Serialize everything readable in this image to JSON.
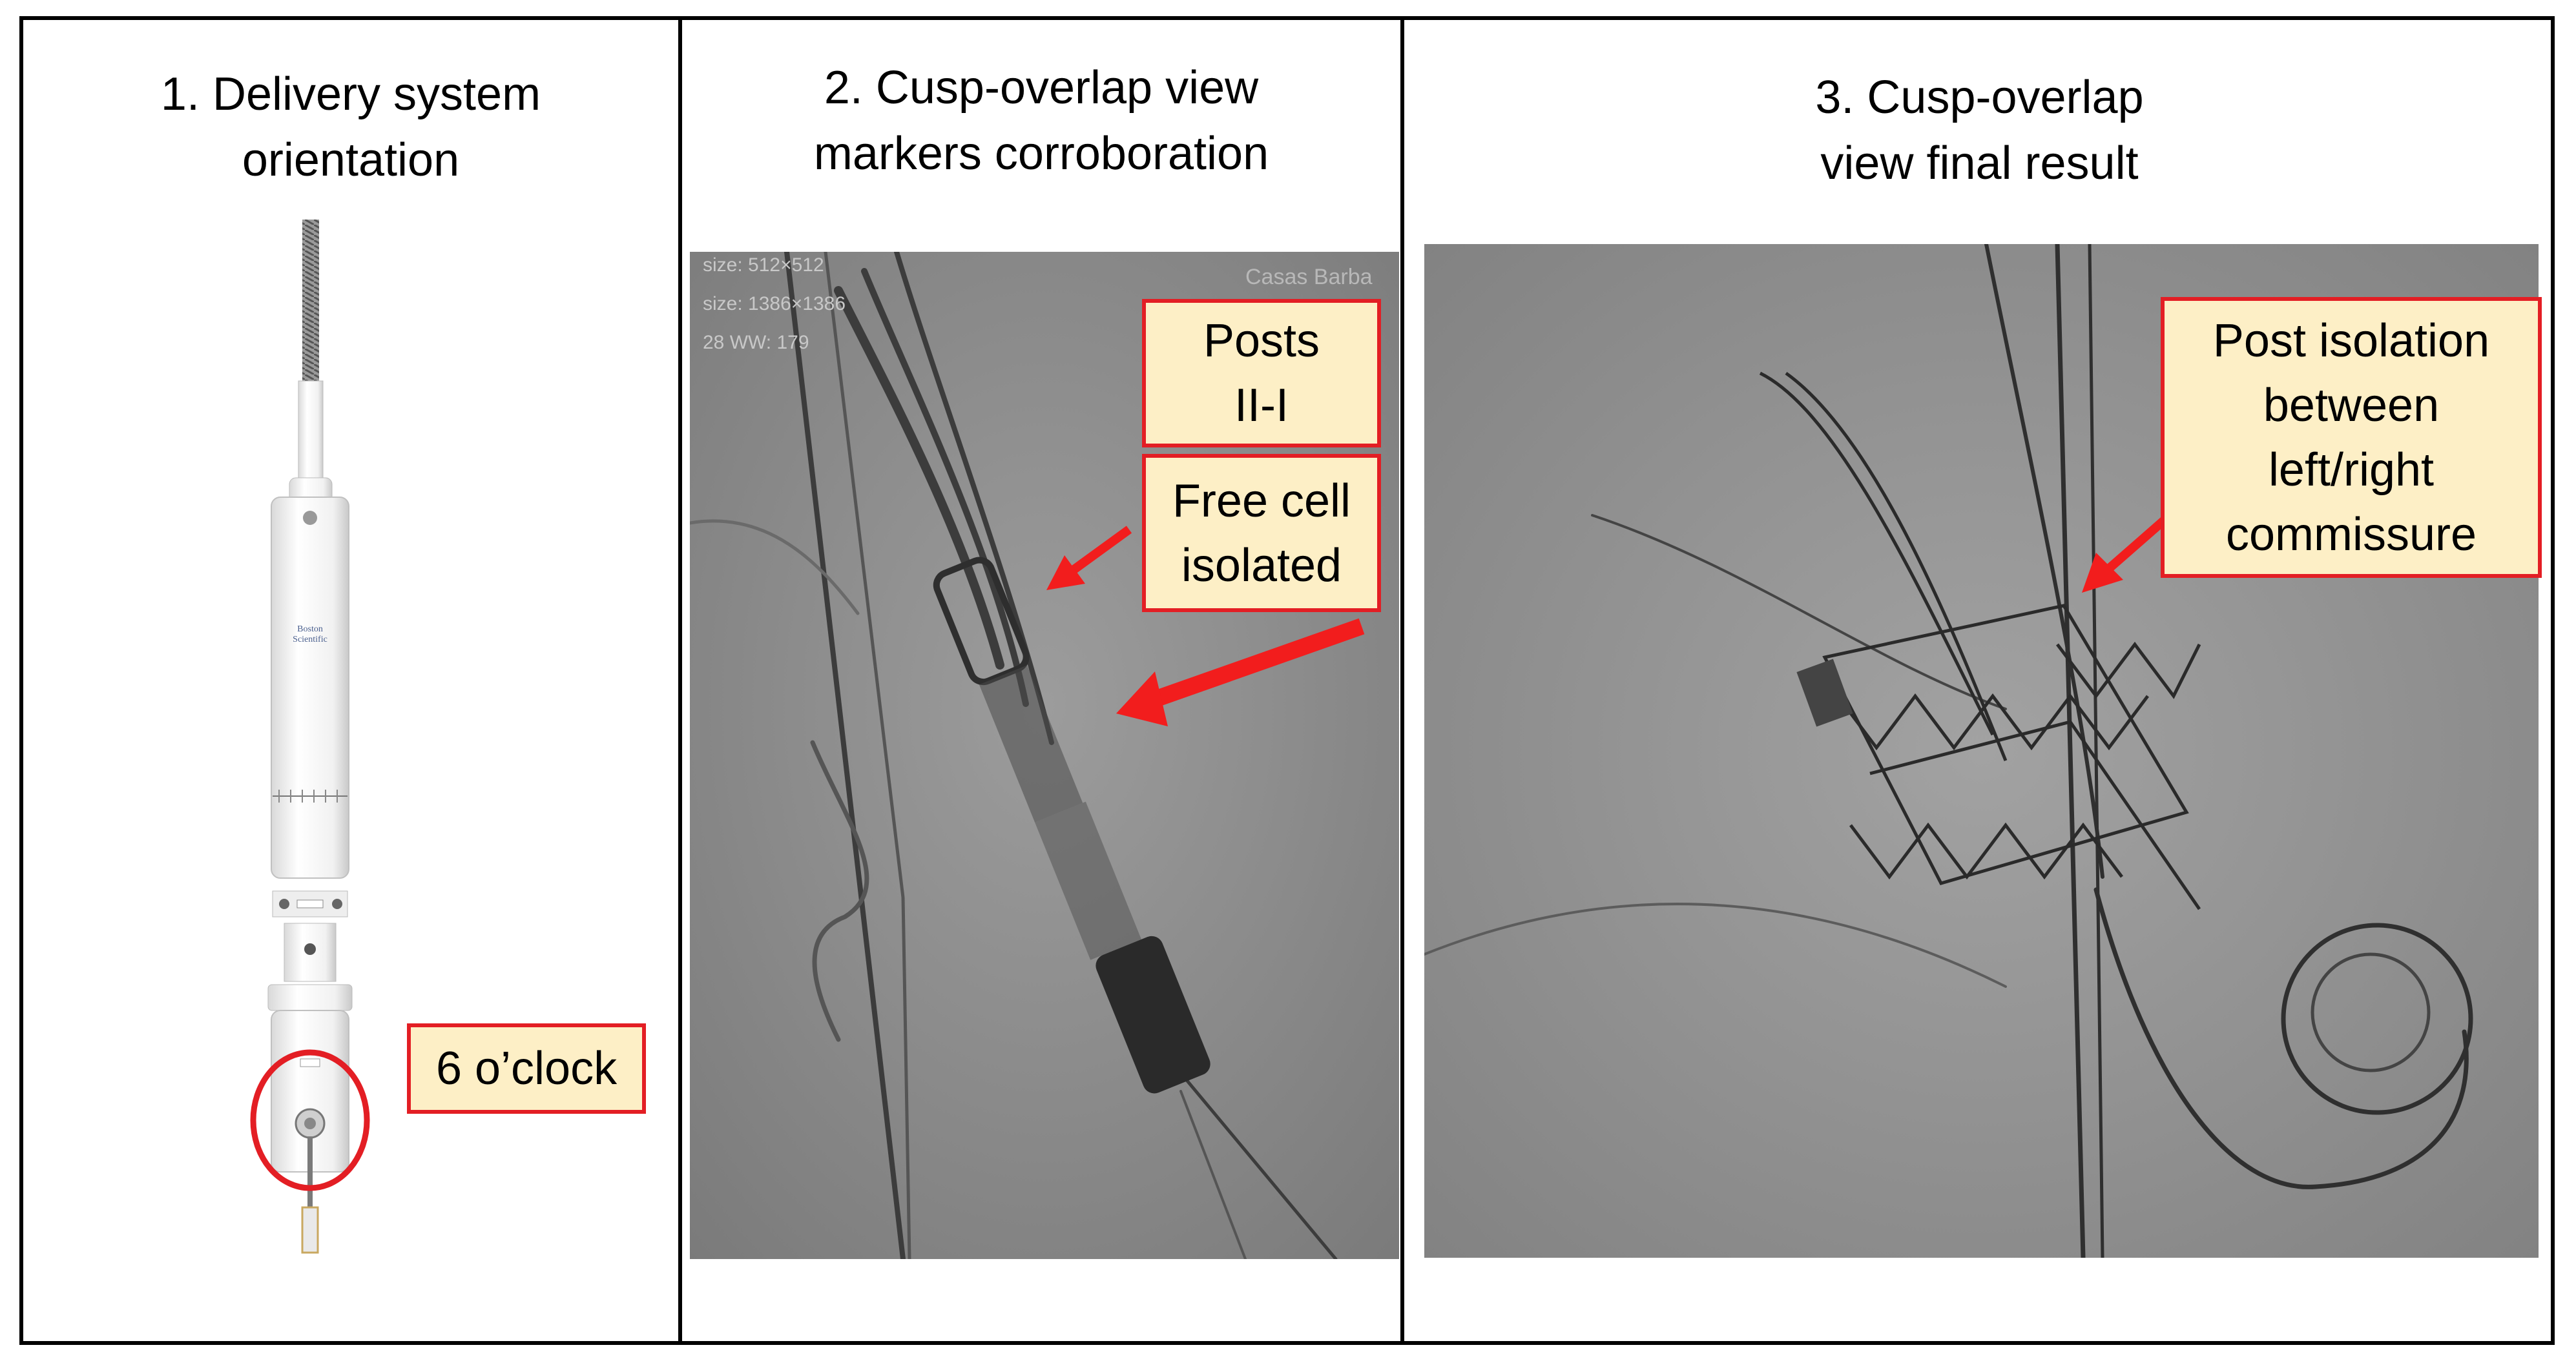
{
  "panels": [
    {
      "title_line1": "1. Delivery system",
      "title_line2": "orientation",
      "callout": {
        "text": "6 o’clock"
      },
      "device_brand": "Boston Scientific"
    },
    {
      "title_line1": "2. Cusp-overlap view",
      "title_line2": "markers corroboration",
      "callouts": [
        {
          "line1": "Posts",
          "line2": "II-I"
        },
        {
          "line1": "Free cell",
          "line2": "isolated"
        }
      ],
      "overlay_text": [
        "size: 512×512",
        "size: 1386×1386",
        "28 WW: 179",
        "Casas Barba"
      ]
    },
    {
      "title_line1": "3. Cusp-overlap",
      "title_line2": "view final result",
      "callout": {
        "line1": "Post isolation",
        "line2": "between",
        "line3": "left/right",
        "line4": "commissure"
      }
    }
  ],
  "colors": {
    "callout_border": "#e31e24",
    "callout_fill": "#fdefc6",
    "arrow": "#f21d1d",
    "frame": "#000000"
  }
}
